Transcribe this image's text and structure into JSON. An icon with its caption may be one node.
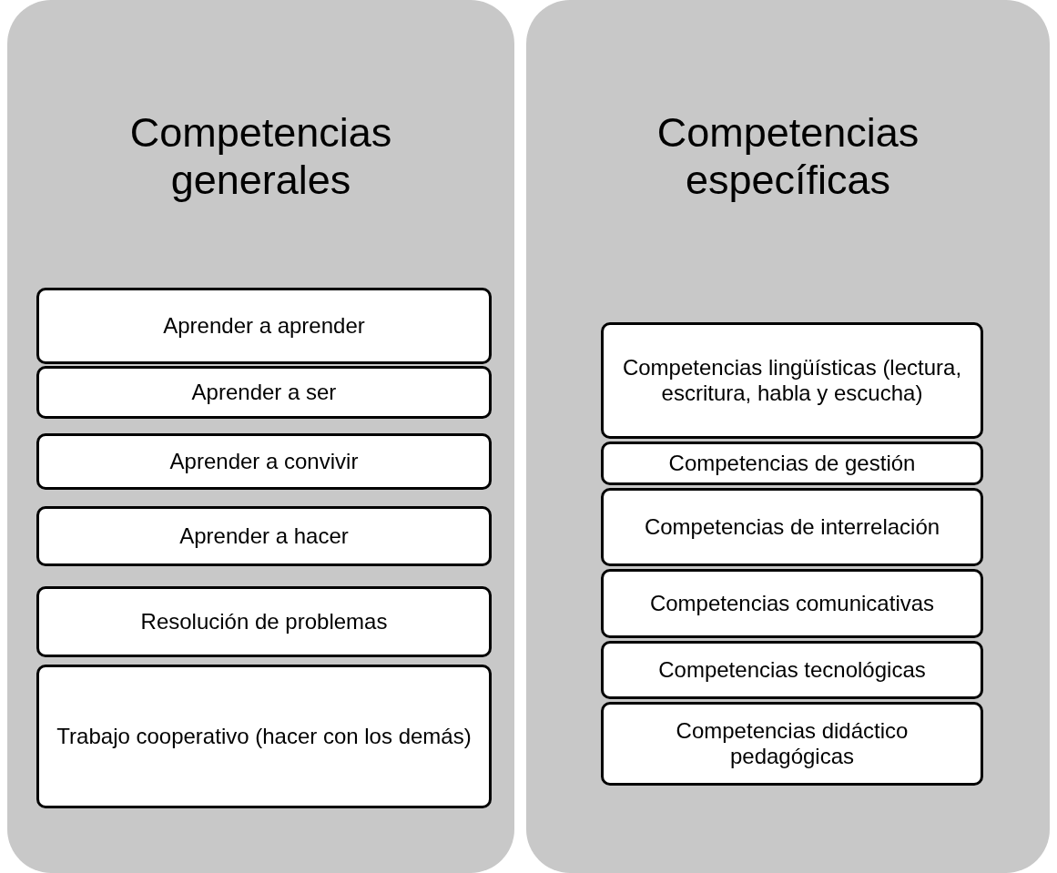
{
  "diagram": {
    "nodes": [
      {
        "text": [
          "Competencias generales"
        ]
      },
      {
        "text": [
          "Aprender a aprender"
        ],
        "in": 0
      },
      {
        "text": [
          "Aprender a ser"
        ],
        "in": 0
      },
      {
        "text": [
          "Aprender a convivir"
        ],
        "in": 0
      },
      {
        "text": [
          "Aprender a hacer"
        ],
        "in": 0
      },
      {
        "text": [
          "Resolución de problemas"
        ],
        "in": 0
      },
      {
        "text": [
          "Trabajo cooperativo (hacer con los demás)"
        ],
        "in": 0
      },
      {
        "text": [
          "Competencias específicas"
        ]
      },
      {
        "text": [
          "Competencias lingüísticas (lectura, escritura, habla y escucha)"
        ],
        "in": 7
      },
      {
        "text": [
          "Competencias de gestión"
        ],
        "in": 7
      },
      {
        "text": [
          "Competencias de interrelación"
        ],
        "in": 7
      },
      {
        "text": [
          "Competencias comunicativas"
        ],
        "in": 7
      },
      {
        "text": [
          "Competencias tecnológicas"
        ],
        "in": 7
      },
      {
        "text": [
          "Competencias didáctico pedagógicas"
        ],
        "in": 7
      }
    ]
  }
}
